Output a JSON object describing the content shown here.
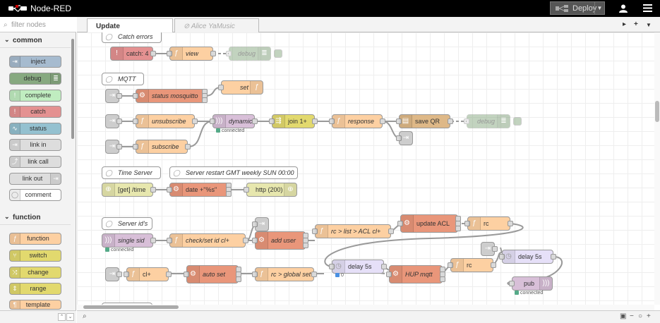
{
  "app": {
    "title": "Node-RED"
  },
  "header": {
    "deploy_label": "Deploy",
    "user_icon": "user-icon",
    "menu_icon": "menu-icon"
  },
  "palette": {
    "filter_placeholder": "filter nodes",
    "categories": [
      {
        "name": "common",
        "nodes": [
          "inject",
          "debug",
          "complete",
          "catch",
          "status",
          "link in",
          "link call",
          "link out",
          "comment"
        ]
      },
      {
        "name": "function",
        "nodes": [
          "function",
          "switch",
          "change",
          "range",
          "template"
        ]
      }
    ]
  },
  "tabs": [
    {
      "label": "Update",
      "active": true
    },
    {
      "label": "Alice YaMusic",
      "disabled": true
    }
  ],
  "flow": {
    "comments": {
      "catch_errors": "Catch errors",
      "mqtt": "MQTT",
      "time_server": "Time Server",
      "restart": "Server restart GMT weekly SUN 00:00",
      "server_ids": "Server id's"
    },
    "nodes": {
      "catch": "catch: 4",
      "view": "view",
      "debug1": "debug",
      "status_mosquitto": "status mosquitto",
      "set": "set",
      "unsubscribe": "unsubscribe",
      "subscribe": "subscribe",
      "dynamic": "dynamic",
      "join": "join 1+",
      "response": "response",
      "save_qr": "save QR",
      "debug2": "debug",
      "get_time": "[get] /time",
      "date": "date +\"%s\"",
      "http200": "http (200)",
      "single_sid": "single sid",
      "check_set": "check/set id cl+",
      "add_user": "add user",
      "rc_list": "rc > list > ACL cl+",
      "update_acl": "update ACL",
      "rc1": "rc",
      "delay1": "delay 5s",
      "cl_plus": "cl+",
      "auto_set": "auto set",
      "rc_global": "rc > global set",
      "delay2": "delay 5s",
      "hup_mqtt": "HUP mqtt",
      "rc2": "rc",
      "pub": "pub"
    },
    "statuses": {
      "dynamic": "connected",
      "single_sid": "connected",
      "delay2": "0",
      "pub": "connected"
    }
  },
  "colors": {
    "function": "#fdd0a2",
    "inject": "#a6bbcf",
    "debug": "#87a980",
    "complete": "#c0edc0",
    "catch": "#e49191",
    "status": "#94c1d0",
    "link": "#dddddd",
    "mqtt": "#d8bfd8",
    "join": "#e2d96e",
    "file": "#deb887",
    "http": "#e7e7ae",
    "exec": "#e9967a",
    "switch": "#e2d96e",
    "change": "#e2d96e",
    "delay": "#e6e0f8",
    "status_green": "#5a8",
    "status_blue": "#4a90e2"
  }
}
